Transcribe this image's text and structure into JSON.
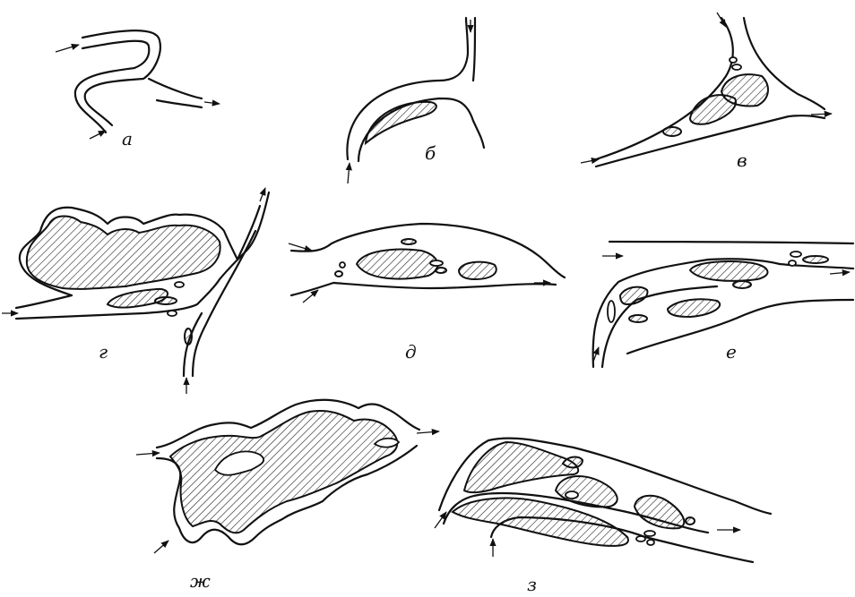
{
  "labels": {
    "a": "а",
    "b": "б",
    "v": "в",
    "g": "г",
    "d": "д",
    "e": "е",
    "zh": "ж",
    "z": "з"
  }
}
